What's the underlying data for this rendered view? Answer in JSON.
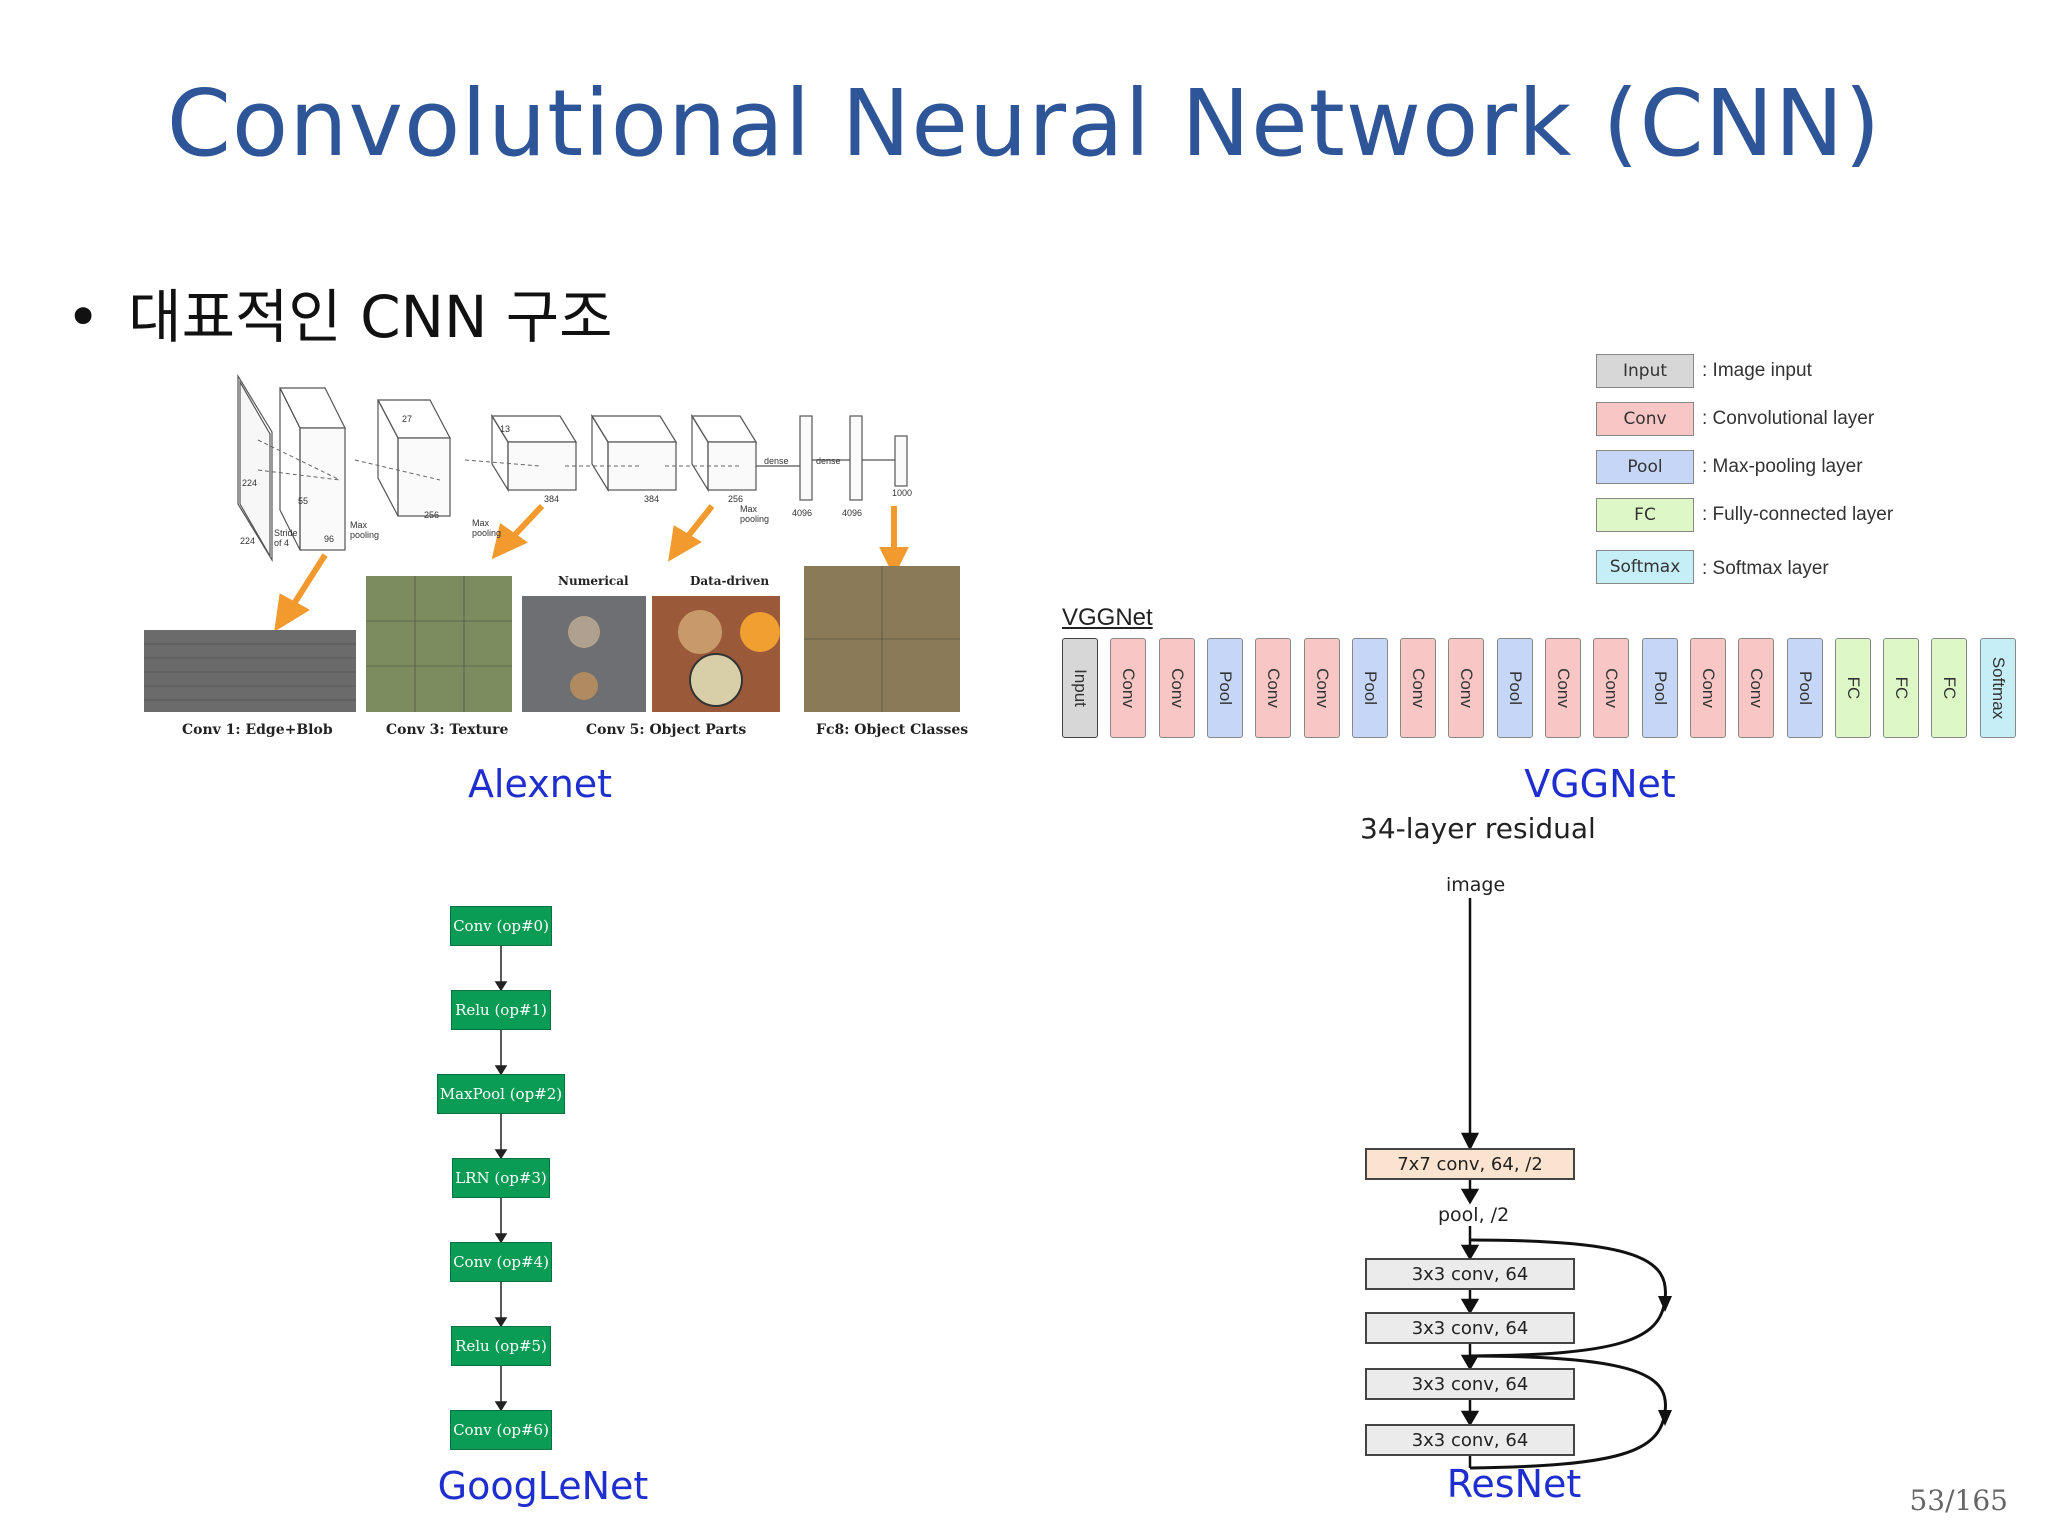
{
  "slide": {
    "title": "Convolutional Neural Network (CNN)",
    "bullet": "대표적인 CNN 구조",
    "page_number": "53/165"
  },
  "alexnet": {
    "caption": "Alexnet",
    "layer_labels": [
      "Conv 1: Edge+Blob",
      "Conv 3: Texture",
      "Conv 5: Object Parts",
      "Fc8: Object Classes"
    ],
    "panel_headings": [
      "Numerical",
      "Data-driven"
    ],
    "diagram_labels": {
      "input_h": "224",
      "input_w": "224",
      "stride": "Stride of 4",
      "c1": "55",
      "c1d": "96",
      "mp1": "Max pooling",
      "c2": "27",
      "c2d": "256",
      "mp2": "Max pooling",
      "c3": "13",
      "c3d": "384",
      "c4d": "384",
      "c5d": "256",
      "mp3": "Max pooling",
      "dense1": "dense",
      "dense2": "dense",
      "d1": "4096",
      "d2": "4096",
      "d3": "1000"
    }
  },
  "vggnet": {
    "caption": "VGGNet",
    "label": "VGGNet",
    "legend": [
      {
        "key": "Input",
        "desc": ": Image input",
        "color": "#d7d7d7"
      },
      {
        "key": "Conv",
        "desc": ": Convolutional layer",
        "color": "#f9c6c6"
      },
      {
        "key": "Pool",
        "desc": ": Max-pooling layer",
        "color": "#c6d6f7"
      },
      {
        "key": "FC",
        "desc": ": Fully-connected layer",
        "color": "#def7c6"
      },
      {
        "key": "Softmax",
        "desc": ": Softmax layer",
        "color": "#c6eef7"
      }
    ],
    "layers": [
      "Input",
      "Conv",
      "Conv",
      "Pool",
      "Conv",
      "Conv",
      "Pool",
      "Conv",
      "Conv",
      "Pool",
      "Conv",
      "Conv",
      "Pool",
      "Conv",
      "Conv",
      "Pool",
      "FC",
      "FC",
      "FC",
      "Softmax"
    ],
    "colors": {
      "Input": "#d7d7d7",
      "Conv": "#f9c6c6",
      "Pool": "#c6d6f7",
      "FC": "#def7c6",
      "Softmax": "#c6eef7"
    }
  },
  "googlenet": {
    "caption": "GoogLeNet",
    "nodes": [
      "Conv (op#0)",
      "Relu (op#1)",
      "MaxPool (op#2)",
      "LRN (op#3)",
      "Conv (op#4)",
      "Relu (op#5)",
      "Conv (op#6)"
    ]
  },
  "resnet": {
    "caption": "ResNet",
    "heading": "34-layer residual",
    "input_label": "image",
    "first_conv": "7x7 conv, 64, /2",
    "pool": "pool, /2",
    "convs": [
      "3x3 conv, 64",
      "3x3 conv, 64",
      "3x3 conv, 64",
      "3x3 conv, 64"
    ]
  }
}
